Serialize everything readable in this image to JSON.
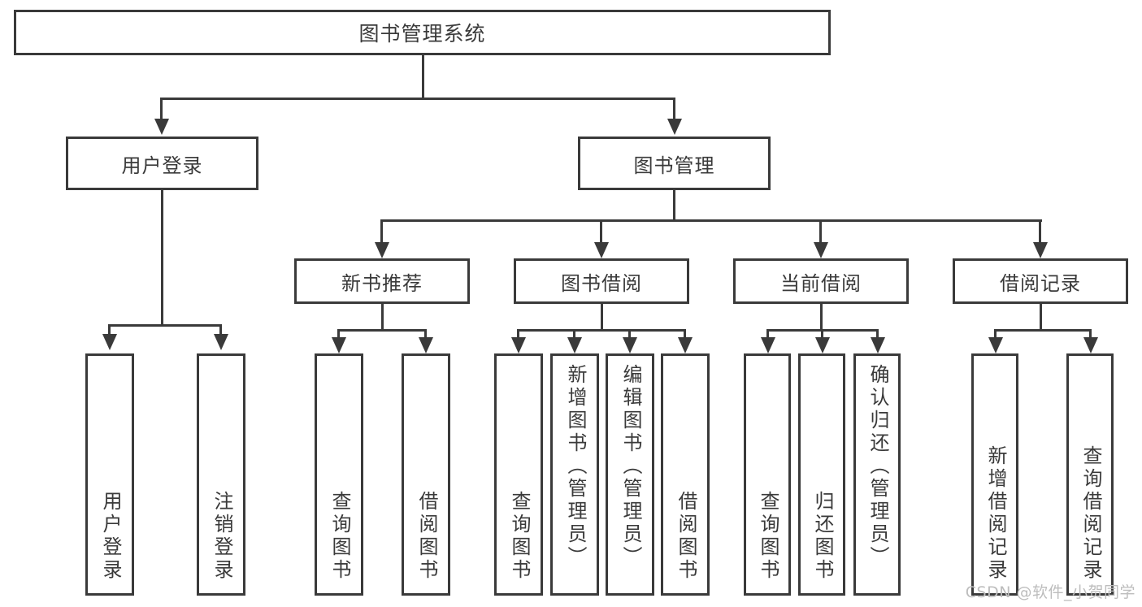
{
  "diagram": {
    "title": "图书管理系统",
    "type": "tree-hierarchy-diagram",
    "colors": {
      "stroke": "#3a3a3a",
      "fill": "#ffffff",
      "watermark": "#bdbdbd"
    },
    "root": {
      "label": "图书管理系统"
    },
    "level1": [
      {
        "label": "用户登录"
      },
      {
        "label": "图书管理"
      }
    ],
    "level2": [
      {
        "label": "新书推荐"
      },
      {
        "label": "图书借阅"
      },
      {
        "label": "当前借阅"
      },
      {
        "label": "借阅记录"
      }
    ],
    "leaves": {
      "user_login": [
        {
          "label": "用户登录"
        },
        {
          "label": "注销登录"
        }
      ],
      "new_book": [
        {
          "label": "查询图书"
        },
        {
          "label": "借阅图书"
        }
      ],
      "borrow_book": [
        {
          "label": "查询图书"
        },
        {
          "label": "新增图书（管理员）"
        },
        {
          "label": "编辑图书（管理员）"
        },
        {
          "label": "借阅图书"
        }
      ],
      "current_borrow": [
        {
          "label": "查询图书"
        },
        {
          "label": "归还图书"
        },
        {
          "label": "确认归还（管理员）"
        }
      ],
      "borrow_record": [
        {
          "label": "新增借阅记录"
        },
        {
          "label": "查询借阅记录"
        }
      ]
    }
  },
  "watermark": {
    "text": "CSDN @软件_小贺同学"
  }
}
